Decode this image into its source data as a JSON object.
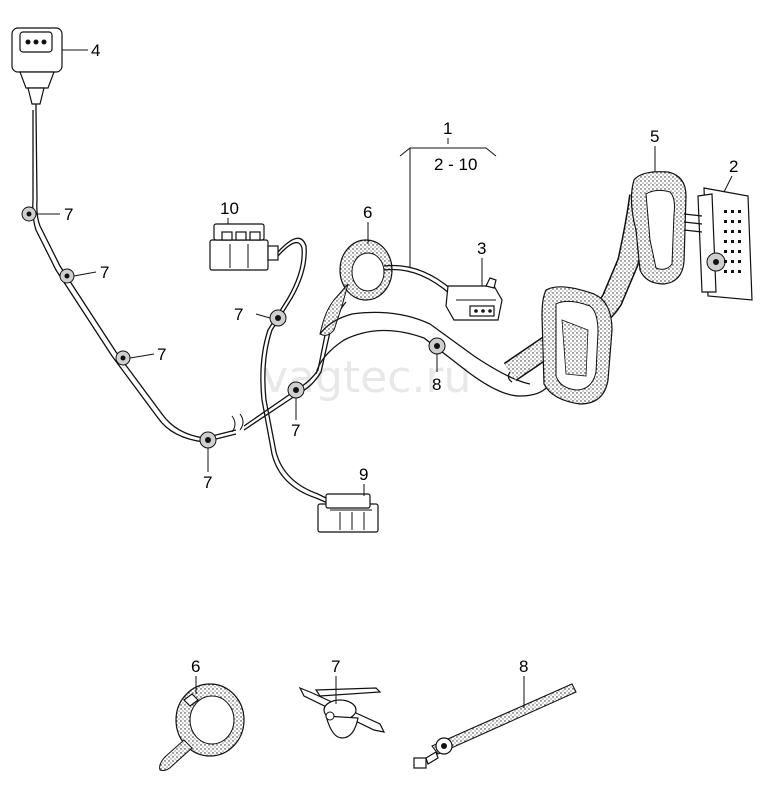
{
  "watermark": "vagtec.ru",
  "callouts": {
    "c1_top": "1",
    "c1_range": "2 - 10",
    "c2": "2",
    "c3": "3",
    "c4": "4",
    "c5": "5",
    "c6": "6",
    "c7a": "7",
    "c7b": "7",
    "c7c": "7",
    "c7d": "7",
    "c7e": "7",
    "c7f": "7",
    "c8": "8",
    "c9": "9",
    "c10": "10",
    "d6": "6",
    "d7": "7",
    "d8": "8"
  }
}
